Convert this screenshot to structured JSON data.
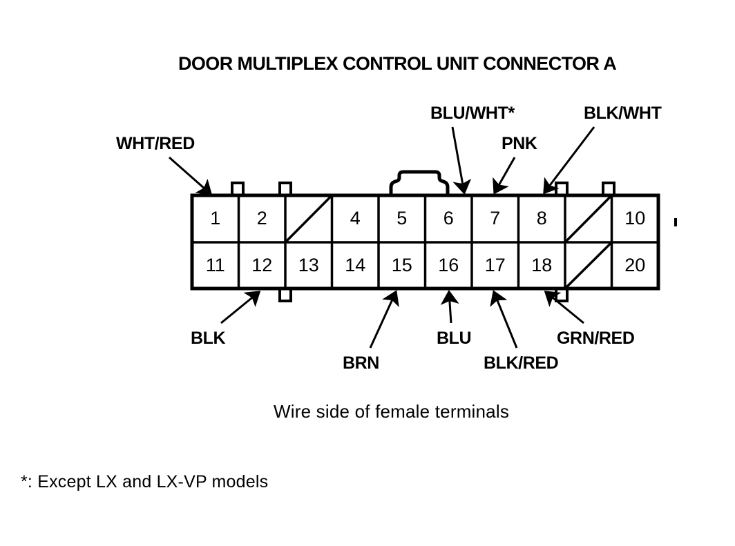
{
  "title": "DOOR MULTIPLEX CONTROL UNIT CONNECTOR A",
  "caption": "Wire side of female terminals",
  "footnote": "*: Except LX and LX-VP models",
  "connector": {
    "rows": [
      {
        "name": "top-row",
        "cells": [
          {
            "label": "1",
            "blank": false
          },
          {
            "label": "2",
            "blank": false
          },
          {
            "label": "",
            "blank": true
          },
          {
            "label": "4",
            "blank": false
          },
          {
            "label": "5",
            "blank": false
          },
          {
            "label": "6",
            "blank": false
          },
          {
            "label": "7",
            "blank": false
          },
          {
            "label": "8",
            "blank": false
          },
          {
            "label": "",
            "blank": true
          },
          {
            "label": "10",
            "blank": false
          }
        ]
      },
      {
        "name": "bottom-row",
        "cells": [
          {
            "label": "11",
            "blank": false
          },
          {
            "label": "12",
            "blank": false
          },
          {
            "label": "13",
            "blank": false
          },
          {
            "label": "14",
            "blank": false
          },
          {
            "label": "15",
            "blank": false
          },
          {
            "label": "16",
            "blank": false
          },
          {
            "label": "17",
            "blank": false
          },
          {
            "label": "18",
            "blank": false
          },
          {
            "label": "",
            "blank": true
          },
          {
            "label": "20",
            "blank": false
          }
        ]
      }
    ]
  },
  "labels_top": [
    {
      "name": "wht-red",
      "text": "WHT/RED",
      "terminal": "1"
    },
    {
      "name": "blu-wht",
      "text": "BLU/WHT*",
      "terminal": "6"
    },
    {
      "name": "pnk",
      "text": "PNK",
      "terminal": "7"
    },
    {
      "name": "blk-wht",
      "text": "BLK/WHT",
      "terminal": "8"
    }
  ],
  "labels_bottom": [
    {
      "name": "blk",
      "text": "BLK",
      "terminal": "12"
    },
    {
      "name": "brn",
      "text": "BRN",
      "terminal": "15"
    },
    {
      "name": "blu",
      "text": "BLU",
      "terminal": "16"
    },
    {
      "name": "blk-red",
      "text": "BLK/RED",
      "terminal": "17"
    },
    {
      "name": "grn-red",
      "text": "GRN/RED",
      "terminal": "18"
    }
  ],
  "colors": {
    "ink": "#000000",
    "paper": "#ffffff"
  }
}
